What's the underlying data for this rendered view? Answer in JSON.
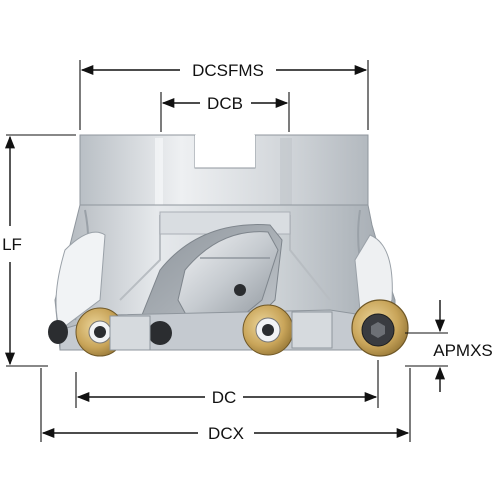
{
  "labels": {
    "dcsfms": "DCSFMS",
    "dcb": "DCB",
    "lf": "LF",
    "apmxs": "APMXS",
    "dc": "DC",
    "dcx": "DCX"
  },
  "colors": {
    "body_light": "#e4e7ea",
    "body_mid": "#c7ccd1",
    "body_dark": "#9aa1a8",
    "insert_gold": "#c9a55a",
    "insert_gold_light": "#e2c98a",
    "screw_dark": "#2b2d30",
    "dimension_line": "#111111"
  }
}
